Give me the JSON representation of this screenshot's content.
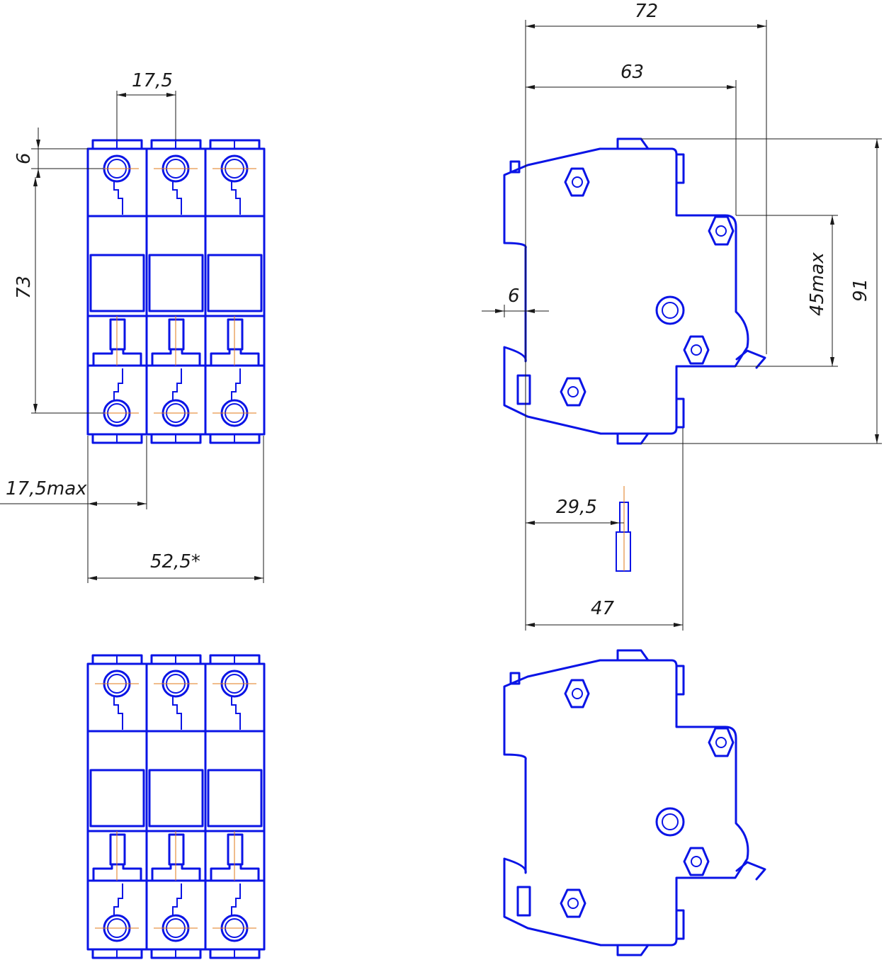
{
  "dimensions": {
    "pole_width": "17,5",
    "terminal_offset": "6",
    "terminal_span": "73",
    "pole_width_max": "17,5max",
    "total_width": "52,5*",
    "overall_depth": "72",
    "depth_to_front": "63",
    "din_clip": "6",
    "front_height": "45max",
    "overall_height": "91",
    "rail_position": "29,5",
    "body_depth": "47"
  },
  "colors": {
    "outline": "#0a14e6",
    "dimension": "#1a1a1a",
    "centerline": "#e07a1a"
  }
}
